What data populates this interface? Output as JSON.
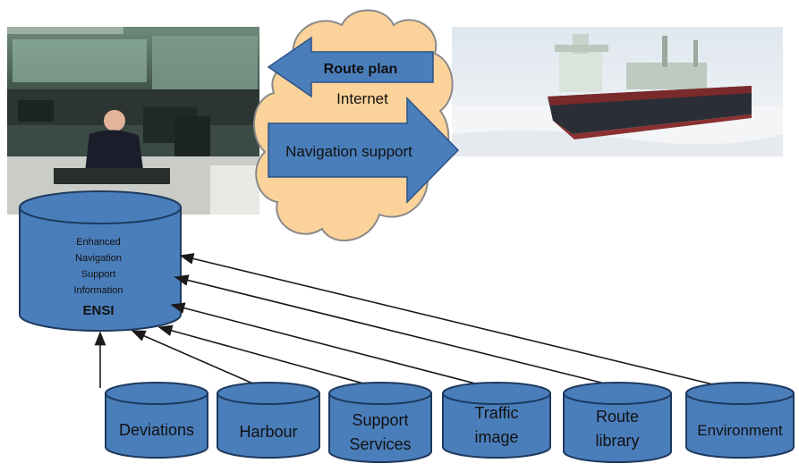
{
  "cloud": {
    "route_plan": "Route plan",
    "internet": "Internet",
    "navigation_support": "Navigation support"
  },
  "ensi": {
    "line1": "Enhanced",
    "line2": "Navigation",
    "line3": "Support",
    "line4": "Information",
    "title": "ENSI"
  },
  "sources": [
    {
      "line1": "Deviations",
      "line2": ""
    },
    {
      "line1": "Harbour",
      "line2": ""
    },
    {
      "line1": "Support",
      "line2": "Services"
    },
    {
      "line1": "Traffic",
      "line2": "image"
    },
    {
      "line1": "Route",
      "line2": "library"
    },
    {
      "line1": "Environment",
      "line2": ""
    }
  ],
  "colors": {
    "cylinder_fill": "#4a7ebb",
    "cylinder_stroke": "#1f3a5f",
    "cloud_fill": "#fbd39a",
    "cloud_stroke": "#8a8a8a",
    "arrow_fill": "#4a7ebb",
    "connector": "#1a1a1a"
  },
  "images": {
    "left": "control-room-photo",
    "right": "ship-in-ice-photo"
  }
}
